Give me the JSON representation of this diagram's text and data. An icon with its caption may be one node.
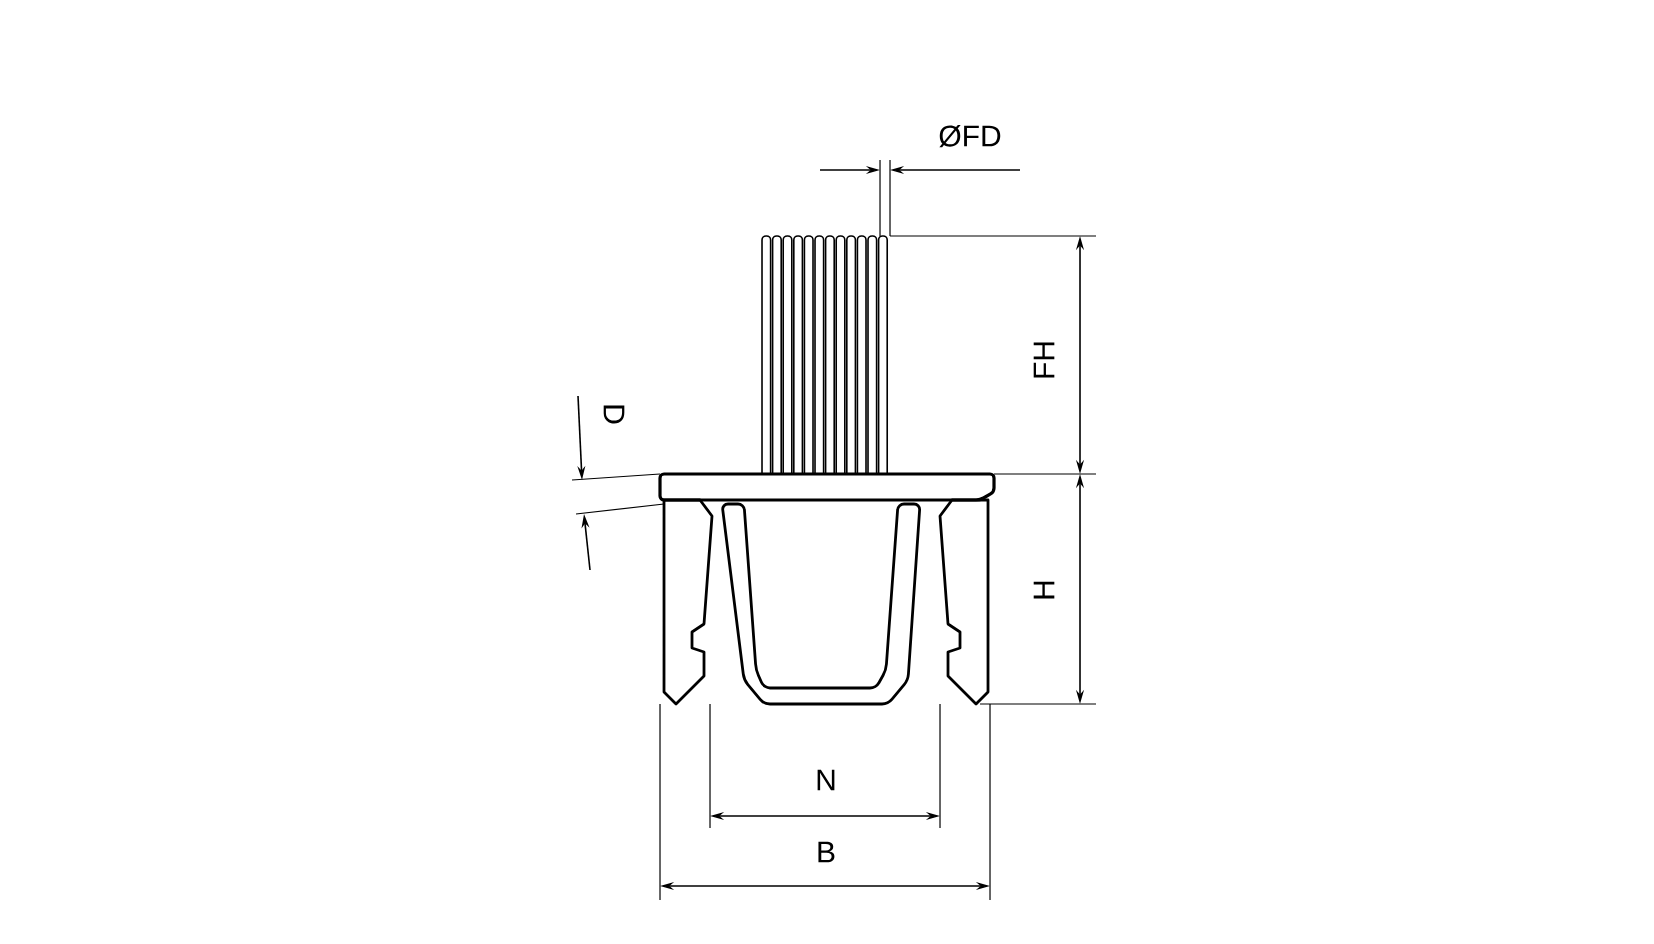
{
  "diagram": {
    "labels": [
      "ØFD",
      "FH",
      "D",
      "H",
      "N",
      "B"
    ]
  }
}
